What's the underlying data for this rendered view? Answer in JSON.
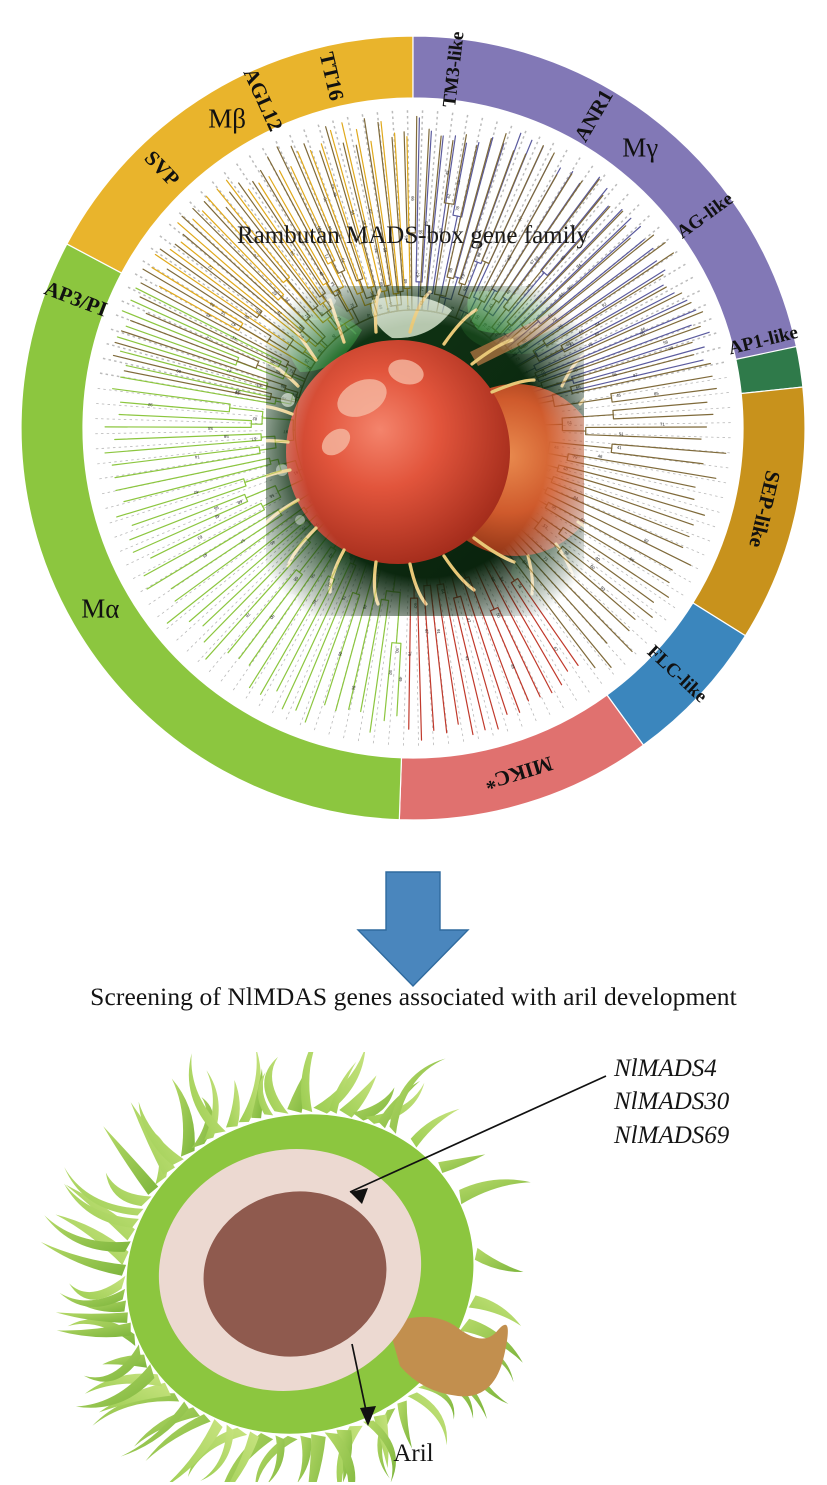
{
  "figure": {
    "center_title": "Rambutan MADS-box gene family",
    "conclusion_sentence": "Screening of NlMDAS genes associated with aril development",
    "aril_label": "Aril",
    "candidate_genes": [
      "NlMADS4",
      "NlMADS30",
      "NlMADS69"
    ]
  },
  "chart_data": {
    "type": "pie",
    "title": "Rambutan MADS-box gene family",
    "legend": "outer ring segments",
    "categories": [
      "AP3/PI",
      "SVP",
      "AGL12",
      "TT16",
      "TM3-like",
      "ANR1",
      "AG-like",
      "AP1-like",
      "SEP-like",
      "FLC-like",
      "MIKC*",
      "Mα",
      "Mβ",
      "Mγ"
    ],
    "values": [
      22,
      28,
      11,
      12,
      27,
      20,
      28,
      16,
      38,
      22,
      38,
      116,
      62,
      78
    ],
    "colors": [
      "#ee2b20",
      "#b4682a",
      "#9acb6e",
      "#dba8c4",
      "#a6c9e7",
      "#f3c7cd",
      "#f6d877",
      "#2f7a4a",
      "#c8921c",
      "#3b86bd",
      "#e0716f",
      "#8cc63f",
      "#e9b42c",
      "#8278b6"
    ],
    "segments": [
      {
        "label": "AP3/PI",
        "color": "#ee2b20",
        "start_deg": 190,
        "end_deg": 212,
        "label_orientation": "radial"
      },
      {
        "label": "SVP",
        "color": "#b4682a",
        "start_deg": 212,
        "end_deg": 240,
        "label_orientation": "radial"
      },
      {
        "label": "AGL12",
        "color": "#9acb6e",
        "start_deg": 240,
        "end_deg": 251,
        "label_orientation": "radial"
      },
      {
        "label": "TT16",
        "color": "#dba8c4",
        "start_deg": 251,
        "end_deg": 263,
        "label_orientation": "radial"
      },
      {
        "label": "TM3-like",
        "color": "#a6c9e7",
        "start_deg": 263,
        "end_deg": 290,
        "label_orientation": "radial"
      },
      {
        "label": "ANR1",
        "color": "#f3c7cd",
        "start_deg": 290,
        "end_deg": 310,
        "label_orientation": "radial"
      },
      {
        "label": "AG-like",
        "color": "#f6d877",
        "start_deg": 310,
        "end_deg": 338,
        "label_orientation": "radial"
      },
      {
        "label": "AP1-like",
        "color": "#2f7a4a",
        "start_deg": 338,
        "end_deg": 354,
        "label_orientation": "radial"
      },
      {
        "label": "SEP-like",
        "color": "#c8921c",
        "start_deg": 354,
        "end_deg": 392,
        "label_orientation": "tangential"
      },
      {
        "label": "FLC-like",
        "color": "#3b86bd",
        "start_deg": 392,
        "end_deg": 414,
        "label_orientation": "radial"
      },
      {
        "label": "MIKC*",
        "color": "#e0716f",
        "start_deg": 414,
        "end_deg": 452,
        "label_orientation": "tangential"
      },
      {
        "label": "Mα",
        "color": "#8cc63f",
        "start_deg": 452,
        "end_deg": 568,
        "label_orientation": "tangential"
      },
      {
        "label": "Mβ",
        "color": "#e9b42c",
        "start_deg": 568,
        "end_deg": 630,
        "label_orientation": "tangential"
      },
      {
        "label": "Mγ",
        "color": "#8278b6",
        "start_deg": 630,
        "end_deg": 708,
        "label_orientation": "tangential"
      }
    ],
    "tree_clades": [
      {
        "name": "Mα clade",
        "color": "#8cc63f",
        "start_deg": 452,
        "end_deg": 568
      },
      {
        "name": "Mβ clade",
        "color": "#e0a91c",
        "start_deg": 568,
        "end_deg": 630
      },
      {
        "name": "Mγ clade",
        "color": "#5b5b9e",
        "start_deg": 630,
        "end_deg": 708
      },
      {
        "name": "MIKC clade",
        "color": "#c0392b",
        "start_deg": 414,
        "end_deg": 452
      },
      {
        "name": "MIKC subfamilies",
        "color": "#7f6a3a",
        "start_deg": 190,
        "end_deg": 414
      }
    ]
  },
  "arrow": {
    "name": "down-arrow",
    "color": "#4a86bd",
    "stroke": "#2f6a9e"
  },
  "fruit_diagram": {
    "hair_color_light": "#a8d45e",
    "hair_color_dark": "#77b33a",
    "aril_color": "#ecd9d1",
    "seed_color": "#8f5a4e",
    "stem_color": "#c28f4e",
    "pointer_line_color": "#111111"
  },
  "photo": {
    "name": "rambutan-fruit-photo",
    "alt": "Rambutan fruit on branch"
  }
}
